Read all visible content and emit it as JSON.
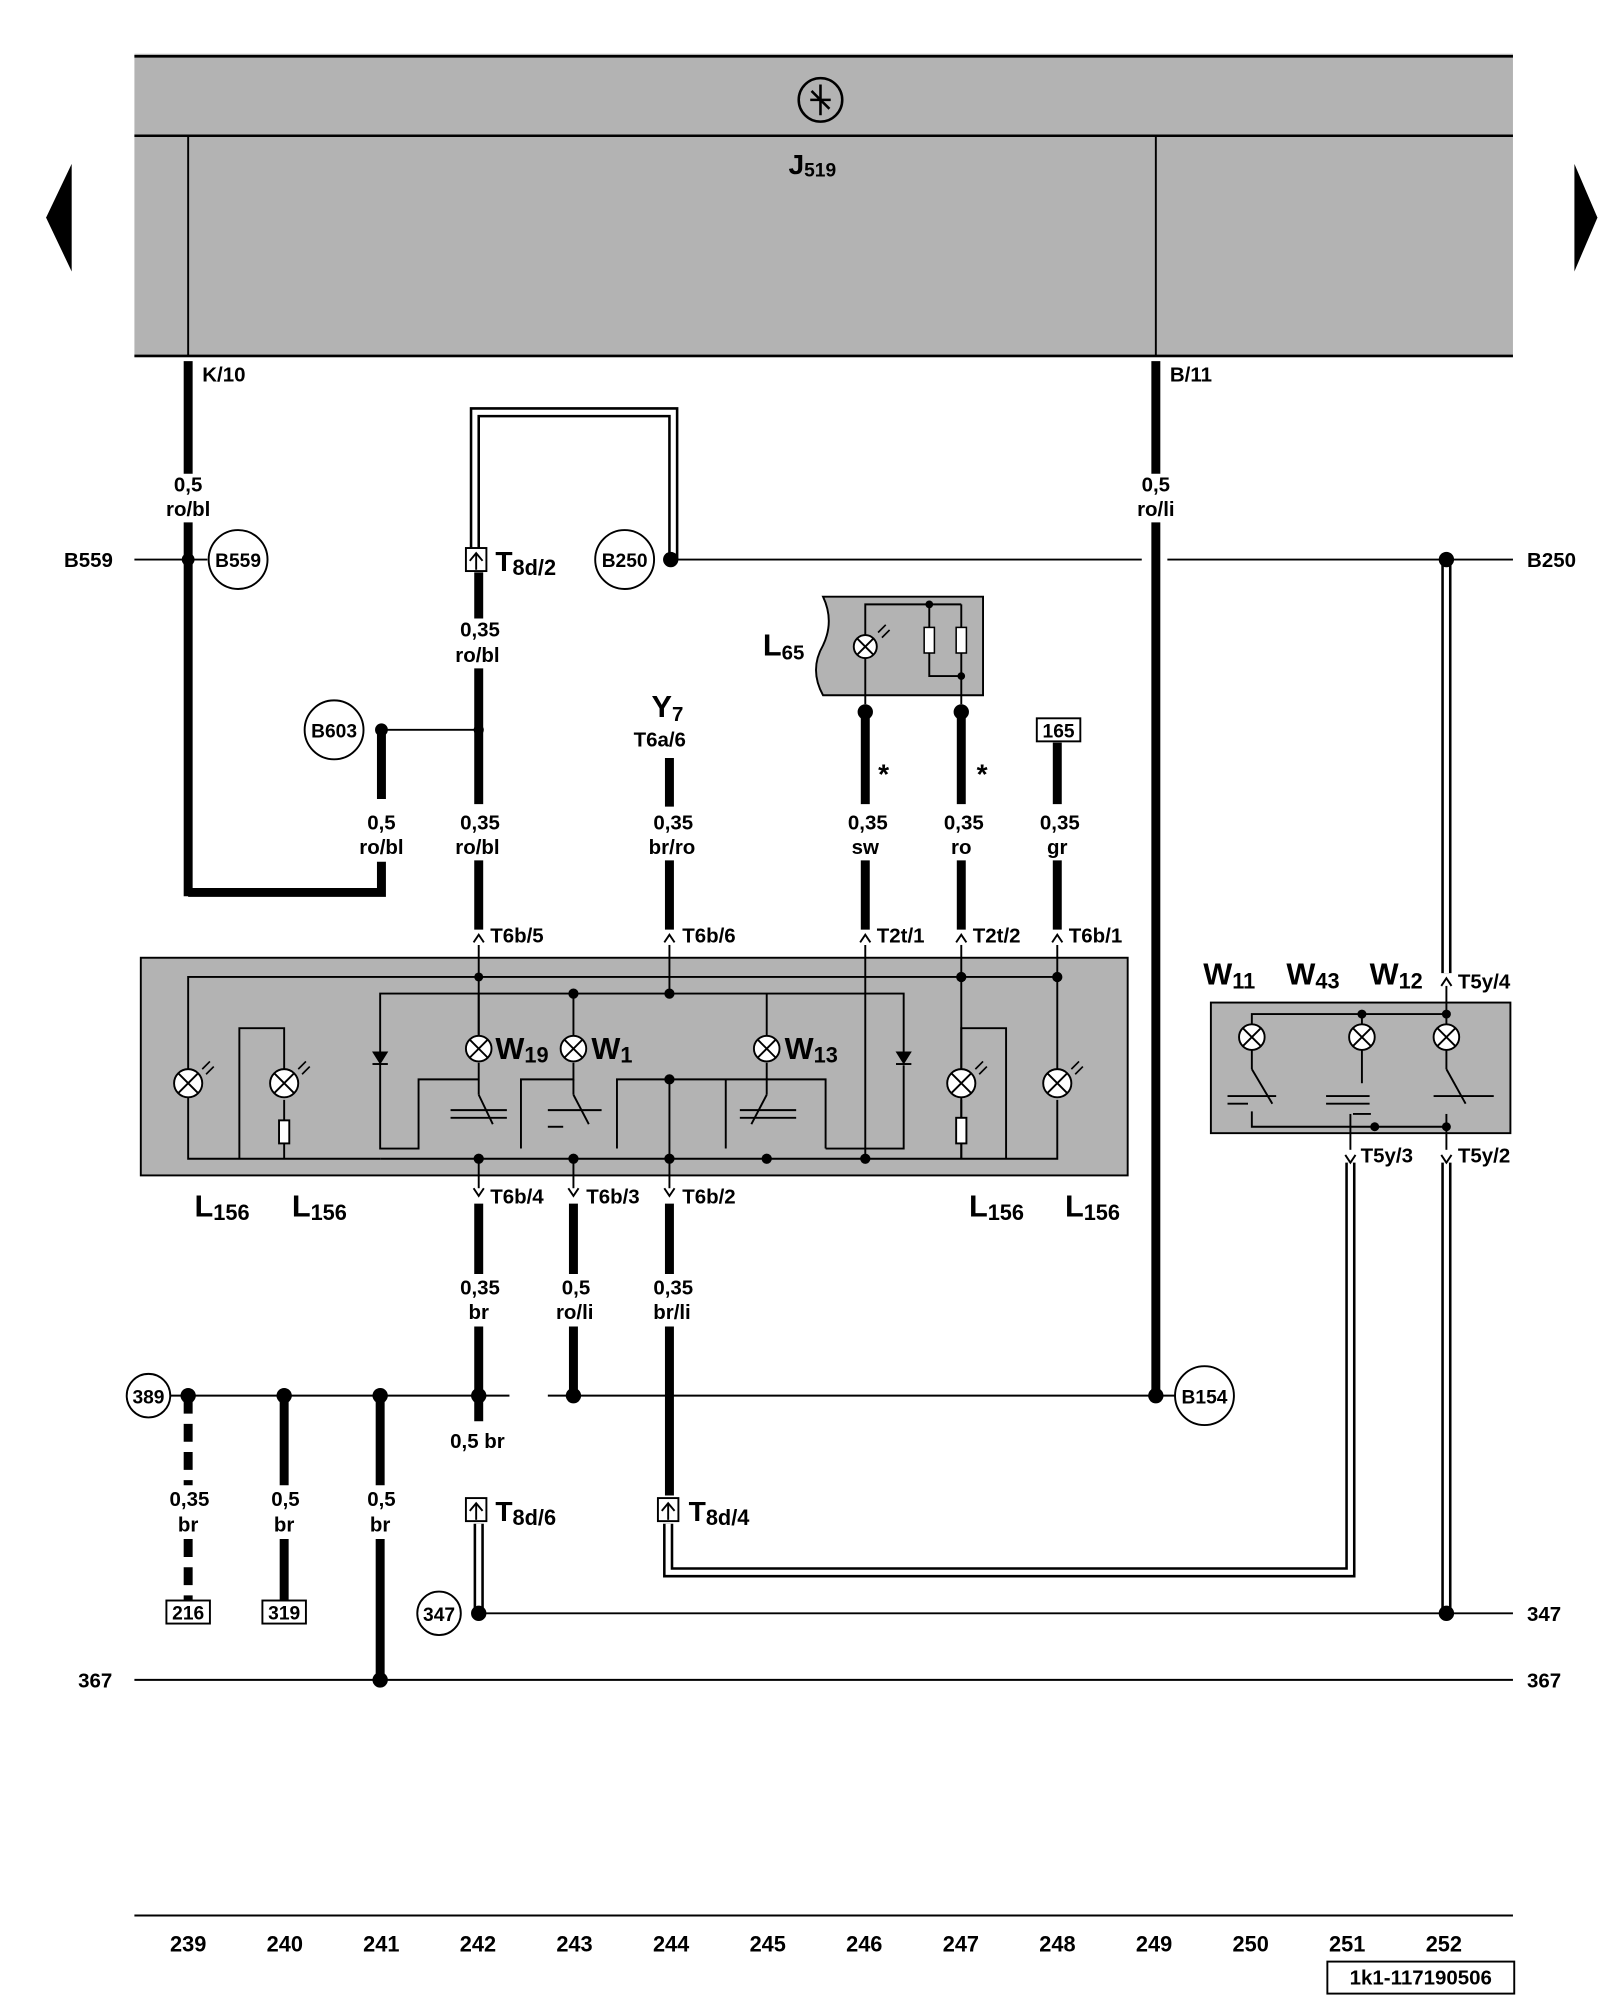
{
  "control_unit": {
    "name": "J",
    "sub": "519",
    "pin_left": "K/10",
    "pin_right": "B/11"
  },
  "nav": {
    "prev": "previous-page",
    "next": "next-page"
  },
  "buses": {
    "b559": "B559",
    "b250": "B250",
    "b603": "B603",
    "b154": "B154",
    "ref389": "389",
    "ref347": "347",
    "ref367": "367"
  },
  "wires": {
    "k10": {
      "size": "0,5",
      "color": "ro/bl"
    },
    "b11": {
      "size": "0,5",
      "color": "ro/li"
    },
    "t8d2_down": {
      "size": "0,35",
      "color": "ro/bl"
    },
    "b603_drop": {
      "size": "0,5",
      "color": "ro/bl"
    },
    "t6b5": {
      "size": "0,35",
      "color": "ro/bl"
    },
    "t6b6": {
      "size": "0,35",
      "color": "br/ro"
    },
    "t2t1": {
      "size": "0,35",
      "color": "sw"
    },
    "t2t2": {
      "size": "0,35",
      "color": "ro"
    },
    "t6b1": {
      "size": "0,35",
      "color": "gr"
    },
    "t6b4": {
      "size": "0,35",
      "color": "br"
    },
    "t6b3": {
      "size": "0,5",
      "color": "ro/li"
    },
    "t6b2": {
      "size": "0,35",
      "color": "br/li"
    },
    "to216": {
      "size": "0,35",
      "color": "br"
    },
    "to319": {
      "size": "0,5",
      "color": "br"
    },
    "to367": {
      "size": "0,5",
      "color": "br"
    },
    "t8d6": {
      "text": "0,5 br"
    }
  },
  "connectors": {
    "t8d2": {
      "main": "T",
      "sub": "8d/2"
    },
    "t8d6": {
      "main": "T",
      "sub": "8d/6"
    },
    "t8d4": {
      "main": "T",
      "sub": "8d/4"
    },
    "t6a6": "T6a/6",
    "t6b5": "T6b/5",
    "t6b6": "T6b/6",
    "t2t1": "T2t/1",
    "t2t2": "T2t/2",
    "t6b1": "T6b/1",
    "t6b4": "T6b/4",
    "t6b3": "T6b/3",
    "t6b2": "T6b/2",
    "t5y4": "T5y/4",
    "t5y3": "T5y/3",
    "t5y2": "T5y/2"
  },
  "components": {
    "y7": {
      "main": "Y",
      "sub": "7"
    },
    "l65": {
      "main": "L",
      "sub": "65"
    },
    "w19": {
      "main": "W",
      "sub": "19"
    },
    "w1": {
      "main": "W",
      "sub": "1"
    },
    "w13": {
      "main": "W",
      "sub": "13"
    },
    "w11": {
      "main": "W",
      "sub": "11"
    },
    "w43": {
      "main": "W",
      "sub": "43"
    },
    "w12": {
      "main": "W",
      "sub": "12"
    },
    "l156": {
      "main": "L",
      "sub": "156"
    }
  },
  "refs": {
    "r165": "165",
    "r216": "216",
    "r319": "319"
  },
  "asterisk": "*",
  "footer": {
    "columns": [
      "239",
      "240",
      "241",
      "242",
      "243",
      "244",
      "245",
      "246",
      "247",
      "248",
      "249",
      "250",
      "251",
      "252"
    ],
    "doc_id": "1k1-117190506"
  }
}
